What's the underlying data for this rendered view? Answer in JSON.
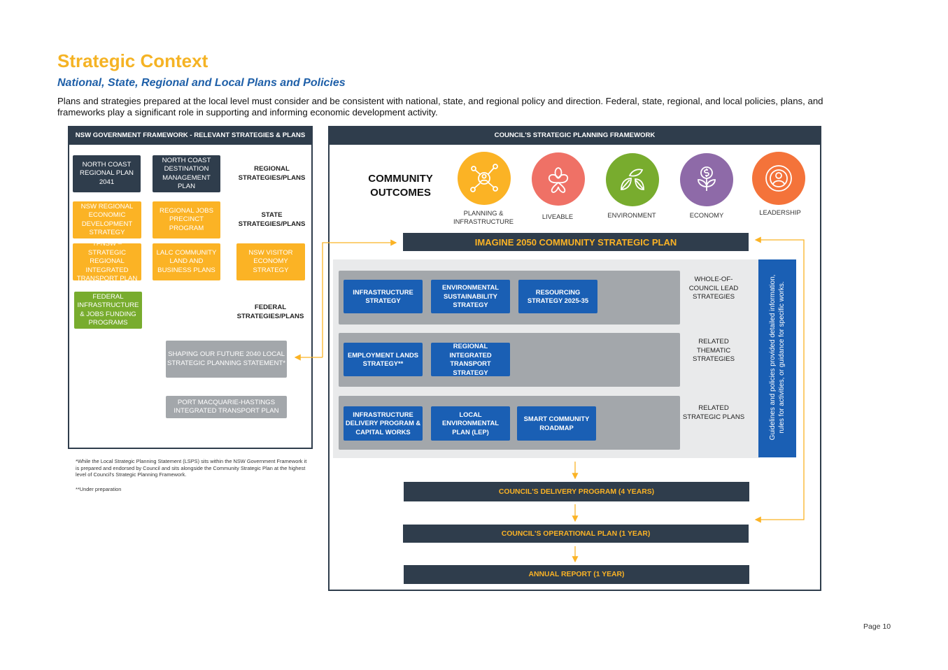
{
  "header": {
    "title": "Strategic Context",
    "subtitle": "National, State, Regional and Local Plans and Policies",
    "intro": "Plans and strategies prepared at the local level must consider and be consistent with national, state, and regional policy and direction. Federal, state, regional, and local policies, plans, and frameworks play a significant role in supporting and informing economic development activity."
  },
  "nsw": {
    "heading": "NSW GOVERNMENT FRAMEWORK - RELEVANT STRATEGIES & PLANS",
    "boxes": {
      "north_coast_regional": "NORTH COAST REGIONAL PLAN 2041",
      "north_coast_destination": "NORTH COAST DESTINATION MANAGEMENT PLAN",
      "regional_econ_dev": "NSW REGIONAL ECONOMIC DEVELOPMENT STRATEGY",
      "regional_jobs": "REGIONAL JOBS PRECINCT PROGRAM",
      "tfnsw": "TFNSW –STRATEGIC REGIONAL INTEGRATED TRANSPORT PLAN",
      "lalc": "LALC COMMUNITY LAND AND BUSINESS PLANS",
      "visitor_economy": "NSW VISITOR ECONOMY STRATEGY",
      "federal_infra": "FEDERAL INFRASTRUCTURE & JOBS FUNDING PROGRAMS",
      "shaping_future": "SHAPING OUR FUTURE 2040 LOCAL STRATEGIC PLANNING STATEMENT*",
      "pmh_transport": "PORT MACQUARIE-HASTINGS INTEGRATED TRANSPORT PLAN"
    },
    "labels": {
      "regional": "REGIONAL STRATEGIES/PLANS",
      "state": "STATE STRATEGIES/PLANS",
      "federal": "FEDERAL STRATEGIES/PLANS"
    },
    "footnote_1": "*While the Local Strategic Planning Statement (LSPS) sits within the NSW Government Framework it is prepared and endorsed by Council and sits alongside the Community Strategic Plan at the highest level of Council's Strategic Planning Framework.",
    "footnote_2": "**Under preparation"
  },
  "council": {
    "heading": "COUNCIL'S STRATEGIC PLANNING FRAMEWORK",
    "community_outcomes": "COMMUNITY OUTCOMES",
    "outcomes": [
      {
        "label": "PLANNING & INFRASTRUCTURE",
        "color": "#fbb325",
        "icon": "network-people-icon"
      },
      {
        "label": "LIVEABLE",
        "color": "#ef7166",
        "icon": "heart-flower-icon"
      },
      {
        "label": "ENVIRONMENT",
        "color": "#78ac2e",
        "icon": "leaves-icon"
      },
      {
        "label": "ECONOMY",
        "color": "#8e6aa8",
        "icon": "dollar-plant-icon"
      },
      {
        "label": "LEADERSHIP",
        "color": "#f4733a",
        "icon": "person-target-icon"
      }
    ],
    "csp": "IMAGINE 2050 COMMUNITY STRATEGIC PLAN",
    "whole_of_council": {
      "label": "WHOLE-OF-COUNCIL LEAD STRATEGIES",
      "items": [
        "INFRASTRUCTURE STRATEGY",
        "ENVIRONMENTAL SUSTAINABILITY STRATEGY",
        "RESOURCING STRATEGY 2025-35"
      ]
    },
    "thematic": {
      "label": "RELATED THEMATIC STRATEGIES",
      "items": [
        "EMPLOYMENT LANDS STRATEGY**",
        "REGIONAL INTEGRATED TRANSPORT STRATEGY"
      ]
    },
    "strategic_plans": {
      "label": "RELATED STRATEGIC PLANS",
      "items": [
        "INFRASTRUCTURE DELIVERY PROGRAM & CAPITAL WORKS",
        "LOCAL ENVIRONMENTAL PLAN (LEP)",
        "SMART COMMUNITY ROADMAP"
      ]
    },
    "guidelines": "Guidelines and policies provided detailed information, rules for activities, or guidance for specific works.",
    "delivery": "COUNCIL'S DELIVERY PROGRAM (4 YEARS)",
    "operational": "COUNCIL'S OPERATIONAL PLAN (1 YEAR)",
    "annual": "ANNUAL REPORT (1 YEAR)"
  },
  "page_number": "Page 10"
}
